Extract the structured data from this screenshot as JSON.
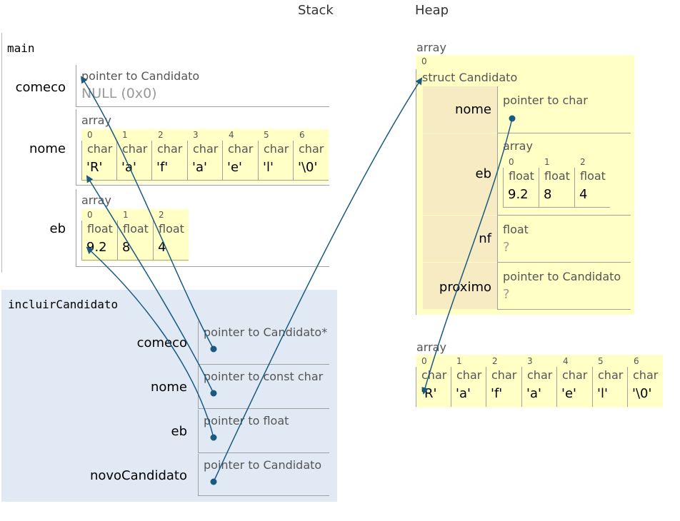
{
  "headers": {
    "stack": "Stack",
    "heap": "Heap"
  },
  "main_frame": {
    "title": "main",
    "comeco": {
      "name": "comeco",
      "type": "pointer to Candidato",
      "value": "NULL (0x0)"
    },
    "nome": {
      "name": "nome",
      "type": "array",
      "cell_type": "char",
      "indices": [
        "0",
        "1",
        "2",
        "3",
        "4",
        "5",
        "6"
      ],
      "values": [
        "'R'",
        "'a'",
        "'f'",
        "'a'",
        "'e'",
        "'l'",
        "'\\0'"
      ]
    },
    "eb": {
      "name": "eb",
      "type": "array",
      "cell_type": "float",
      "indices": [
        "0",
        "1",
        "2"
      ],
      "values": [
        "9.2",
        "8",
        "4"
      ]
    }
  },
  "incluir_frame": {
    "title": "incluirCandidato",
    "vars": [
      {
        "name": "comeco",
        "type": "pointer to Candidato*"
      },
      {
        "name": "nome",
        "type": "pointer to const char"
      },
      {
        "name": "eb",
        "type": "pointer to float"
      },
      {
        "name": "novoCandidato",
        "type": "pointer to Candidato"
      }
    ]
  },
  "heap_struct": {
    "label": "array",
    "index": "0",
    "struct_label": "struct Candidato",
    "nome": {
      "name": "nome",
      "type": "pointer to char"
    },
    "eb": {
      "name": "eb",
      "type": "array",
      "cell_type": "float",
      "indices": [
        "0",
        "1",
        "2"
      ],
      "values": [
        "9.2",
        "8",
        "4"
      ]
    },
    "nf": {
      "name": "nf",
      "type": "float",
      "value": "?"
    },
    "proximo": {
      "name": "proximo",
      "type": "pointer to Candidato",
      "value": "?"
    }
  },
  "heap_array": {
    "label": "array",
    "cell_type": "char",
    "indices": [
      "0",
      "1",
      "2",
      "3",
      "4",
      "5",
      "6"
    ],
    "values": [
      "'R'",
      "'a'",
      "'f'",
      "'a'",
      "'e'",
      "'l'",
      "'\\0'"
    ]
  },
  "colors": {
    "arrow": "#1a5a80",
    "heap_bg": "#ffffc6",
    "struct_name_bg": "#f7ebc4",
    "frame_bg": "#e1e9f4"
  }
}
